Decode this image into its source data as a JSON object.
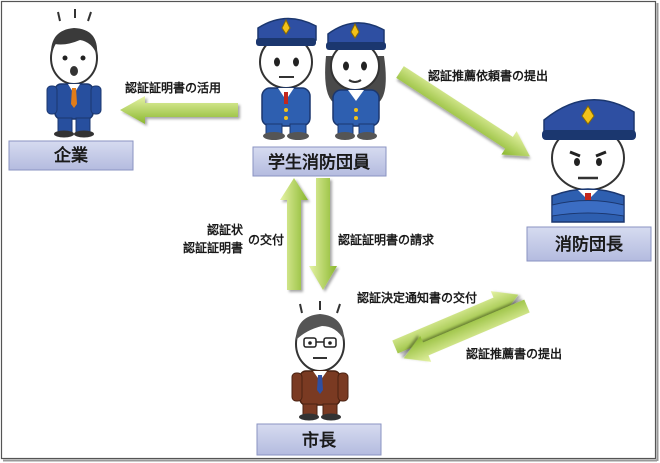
{
  "nodes": {
    "company": "企業",
    "students": "学生消防団員",
    "chief": "消防団長",
    "mayor": "市長"
  },
  "flows": {
    "use_certificate": "認証証明書の活用",
    "request_recommendation": "認証推薦依頼書の提出",
    "issue_line1": "認証状",
    "issue_line2": "認証証明書",
    "issue_suffix": "の交付",
    "request_certificate": "認証証明書の請求",
    "decision_notice": "認証決定通知書の交付",
    "submit_recommendation": "認証推薦書の提出"
  },
  "colors": {
    "box_fill": "#c5cbe6",
    "box_stroke": "#8a93c2",
    "arrow_light": "#d8ec8a",
    "arrow_dark": "#8fbf32",
    "police_cap": "#2e4fa2",
    "police_uniform": "#2e5fb0",
    "suit_blue": "#274f9e",
    "suit_brown": "#7a3a22",
    "hair": "#3a3a3a",
    "skin": "#ffffff"
  }
}
